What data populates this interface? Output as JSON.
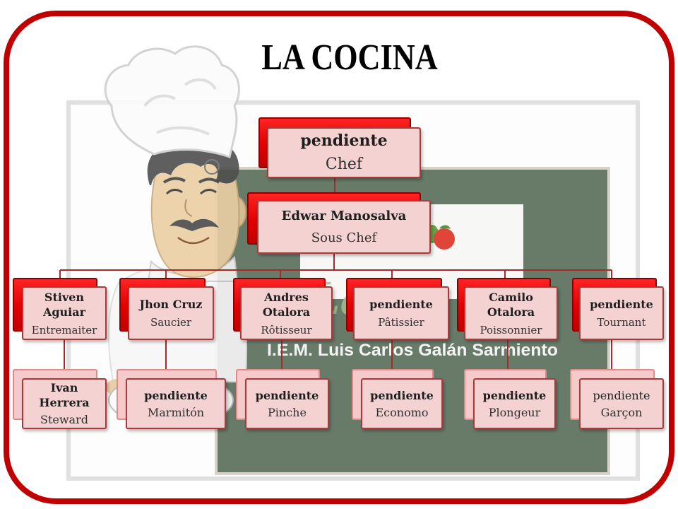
{
  "slide": {
    "title": "LA COCINA",
    "board_text": "I.E.M. Luis Carlos Galán Sarmiento",
    "logo_text": "La Co"
  },
  "org_chart": {
    "chef": {
      "name": "pendiente",
      "role": "Chef"
    },
    "sous_chef": {
      "name": "Edwar Manosalva",
      "role": "Sous Chef"
    },
    "stations": [
      {
        "name": "Stiven Aguiar",
        "role": "Entremaiter",
        "assistant": {
          "name": "Ivan Herrera",
          "role": "Steward"
        }
      },
      {
        "name": "Jhon Cruz",
        "role": "Saucier",
        "assistant": {
          "name": "pendiente",
          "role": "Marmitón"
        }
      },
      {
        "name": "Andres Otalora",
        "role": "Rôtisseur",
        "assistant": {
          "name": "pendiente",
          "role": "Pinche"
        }
      },
      {
        "name": "pendiente",
        "role": "Pâtissier",
        "assistant": {
          "name": "pendiente",
          "role": "Economo"
        }
      },
      {
        "name": "Camilo Otalora",
        "role": "Poissonnier",
        "assistant": {
          "name": "pendiente",
          "role": "Plongeur"
        }
      },
      {
        "name": "pendiente",
        "role": "Tournant",
        "assistant": {
          "name": "pendiente",
          "role": "Garçon"
        }
      }
    ]
  },
  "colors": {
    "page_border": "#c00000",
    "node_back": "#e00000",
    "node_front": "#f4d2d2",
    "node_outline": "#a83a3a",
    "connector": "#a52a2a",
    "board": "#687b69"
  }
}
